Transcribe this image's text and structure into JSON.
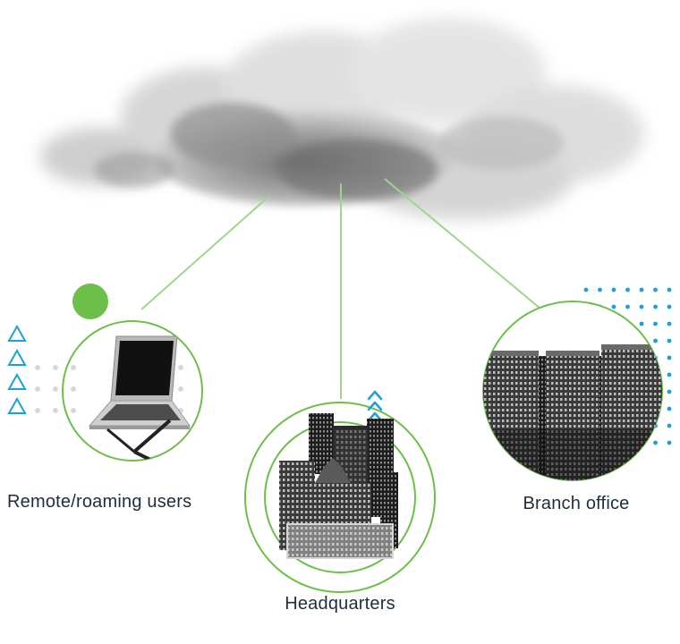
{
  "nodes": {
    "remote": {
      "label": "Remote/roaming users"
    },
    "headquarters": {
      "label": "Headquarters"
    },
    "branch": {
      "label": "Branch office"
    }
  },
  "colors": {
    "connector": "#9fd58a",
    "ring": "#6cc04a",
    "accent_dot": "#6cc04a",
    "triangle": "#1ba0d7",
    "dots_light": "#d8d8d8",
    "dots_blue": "#1ba0d7",
    "label": "#1f2d3d"
  },
  "icons": {
    "cloud": "cloud-icon",
    "laptop": "laptop-icon",
    "headquarters_building": "city-buildings-icon",
    "branch_building": "office-towers-icon"
  }
}
